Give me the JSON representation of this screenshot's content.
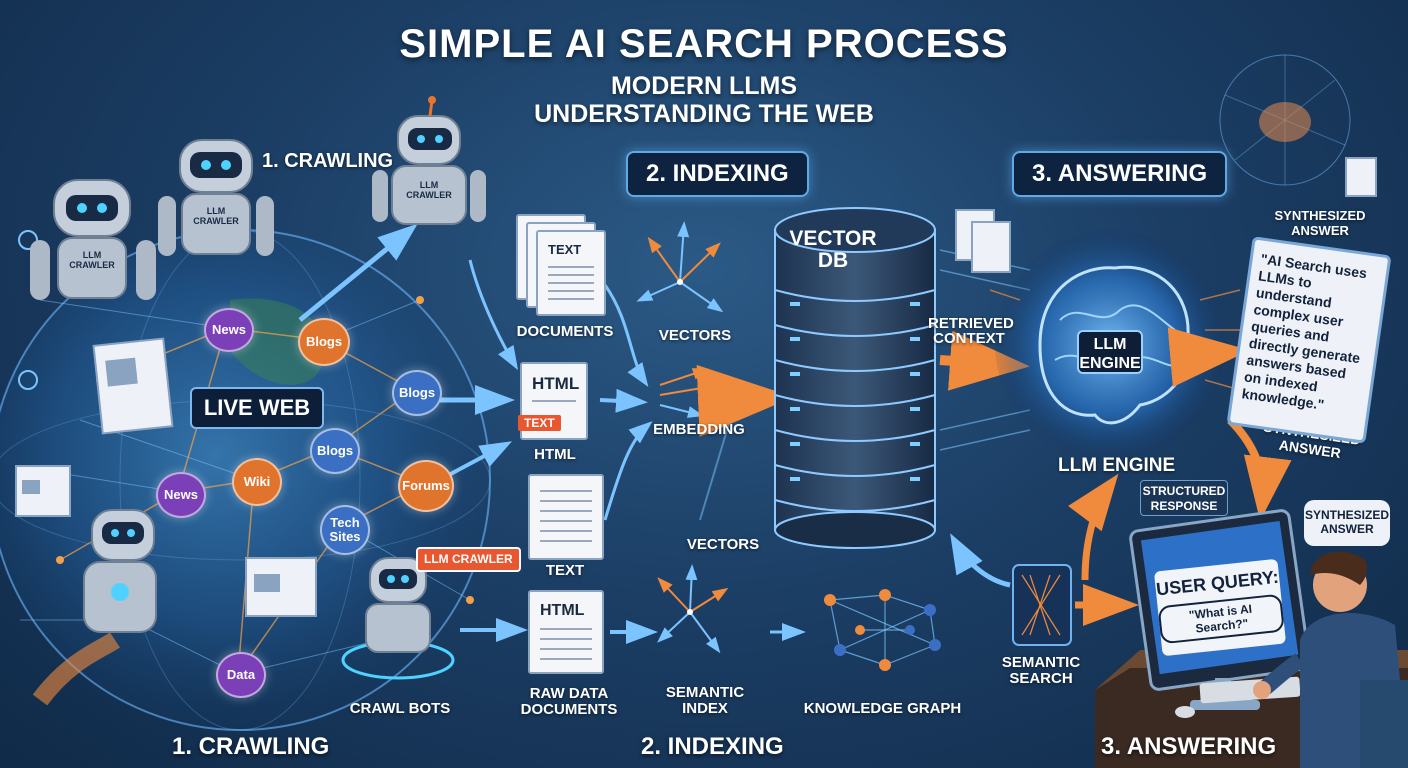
{
  "header": {
    "title": "SIMPLE AI SEARCH PROCESS",
    "subtitle_line1": "MODERN LLMS",
    "subtitle_line2": "UNDERSTANDING THE WEB"
  },
  "steps": {
    "crawling_top": "1. CRAWLING",
    "indexing_top": "2. INDEXING",
    "answering_top": "3. ANSWERING",
    "crawling_bottom": "1. CRAWLING",
    "indexing_bottom": "2. INDEXING",
    "answering_bottom": "3. ANSWERING"
  },
  "crawl": {
    "live_web": "LIVE WEB",
    "robot_badge_1": "LLM CRAWLER",
    "robot_badge_2": "LLM CRAWLER",
    "robot_badge_3": "LLM CRAWLER",
    "crawler_tag": "LLM CRAWLER",
    "crawl_bots": "CRAWL BOTS",
    "nodes": [
      "News",
      "Blogs",
      "Blogs",
      "Blogs",
      "News",
      "Wiki",
      "Forums",
      "Tech Sites",
      "Data"
    ]
  },
  "indexing": {
    "documents": "DOCUMENTS",
    "doc_text_tag": "TEXT",
    "html_tag": "HTML",
    "text_tag": "TEXT",
    "html_label": "HTML",
    "text_label": "TEXT",
    "raw_html_tag": "HTML",
    "raw_data": "RAW DATA DOCUMENTS",
    "vectors_top": "VECTORS",
    "embedding": "EMBEDDING",
    "vectors_bottom": "VECTORS",
    "semantic_index": "SEMANTIC INDEX",
    "knowledge_graph": "KNOWLEDGE GRAPH",
    "vector_db": "VECTOR DB"
  },
  "answering": {
    "retrieved_context": "RETRIEVED CONTEXT",
    "llm_engine_box": "LLM ENGINE",
    "llm_engine_label": "LLM ENGINE",
    "structured_response": "STRUCTURED RESPONSE",
    "semantic_search": "SEMANTIC SEARCH",
    "synth_top": "SYNTHESIZED ANSWER",
    "synth_mid": "SYNTHESIZED ANSWER",
    "synth_bubble": "SYNTHESIZED ANSWER",
    "quote": "\"AI Search uses LLMs to understand complex user queries and directly generate answers based on indexed knowledge.\"",
    "user_query_title": "USER QUERY:",
    "user_query_text": "\"What is AI Search?\""
  },
  "colors": {
    "background": "#1c3f66",
    "accent_orange": "#e8742f",
    "accent_blue": "#5fa9e6",
    "node_purple": "#7b3fb8"
  }
}
